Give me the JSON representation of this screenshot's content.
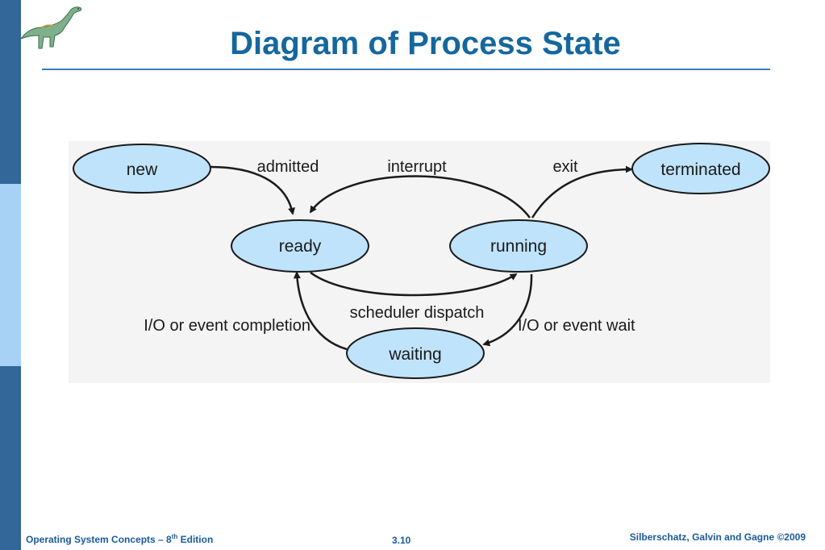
{
  "title": "Diagram of Process State",
  "states": {
    "new": "new",
    "ready": "ready",
    "running": "running",
    "waiting": "waiting",
    "terminated": "terminated"
  },
  "transitions": {
    "admitted": "admitted",
    "interrupt": "interrupt",
    "exit": "exit",
    "scheduler_dispatch": "scheduler dispatch",
    "io_completion": "I/O or event completion",
    "io_wait": "I/O or event wait"
  },
  "footer": {
    "book_prefix": "Operating System Concepts – 8",
    "book_sup": "th",
    "book_suffix": " Edition",
    "page_number": "3.10",
    "copyright": "Silberschatz, Galvin and Gagne ©2009"
  },
  "colors": {
    "state_fill": "#bfe3fb",
    "title": "#15679e",
    "sidebar_dark": "#336699",
    "sidebar_light": "#a7d1f5"
  },
  "icons": [
    "dinosaur-logo-icon"
  ]
}
